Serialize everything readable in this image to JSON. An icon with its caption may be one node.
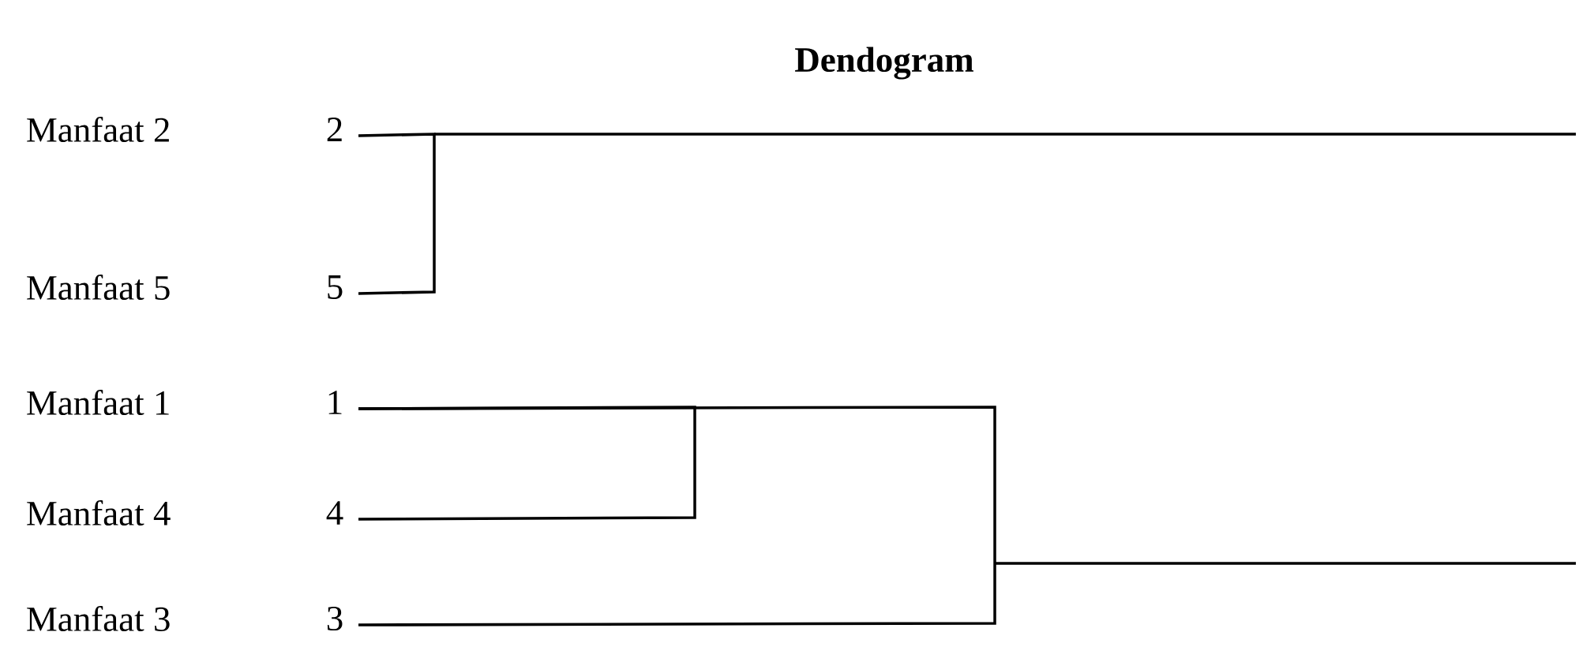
{
  "diagram": {
    "title": "Dendogram",
    "nodes": [
      {
        "text": [
          "Manfaat 2"
        ],
        "beside": [
          "2"
        ]
      },
      {
        "text": [
          "Manfaat 5"
        ],
        "beside": [
          "5"
        ]
      },
      {
        "text": [
          "Manfaat 1"
        ],
        "beside": [
          "1"
        ]
      },
      {
        "text": [
          "Manfaat 4"
        ],
        "beside": [
          "4"
        ]
      },
      {
        "text": [
          "Manfaat 3"
        ],
        "beside": [
          "3"
        ]
      }
    ],
    "edges": [
      {
        "from": 1,
        "to": 0,
        "arrow": "none"
      },
      {
        "from": 3,
        "to": 2,
        "arrow": "none"
      },
      {
        "from": 4,
        "to": 2,
        "arrow": "none"
      }
    ]
  }
}
